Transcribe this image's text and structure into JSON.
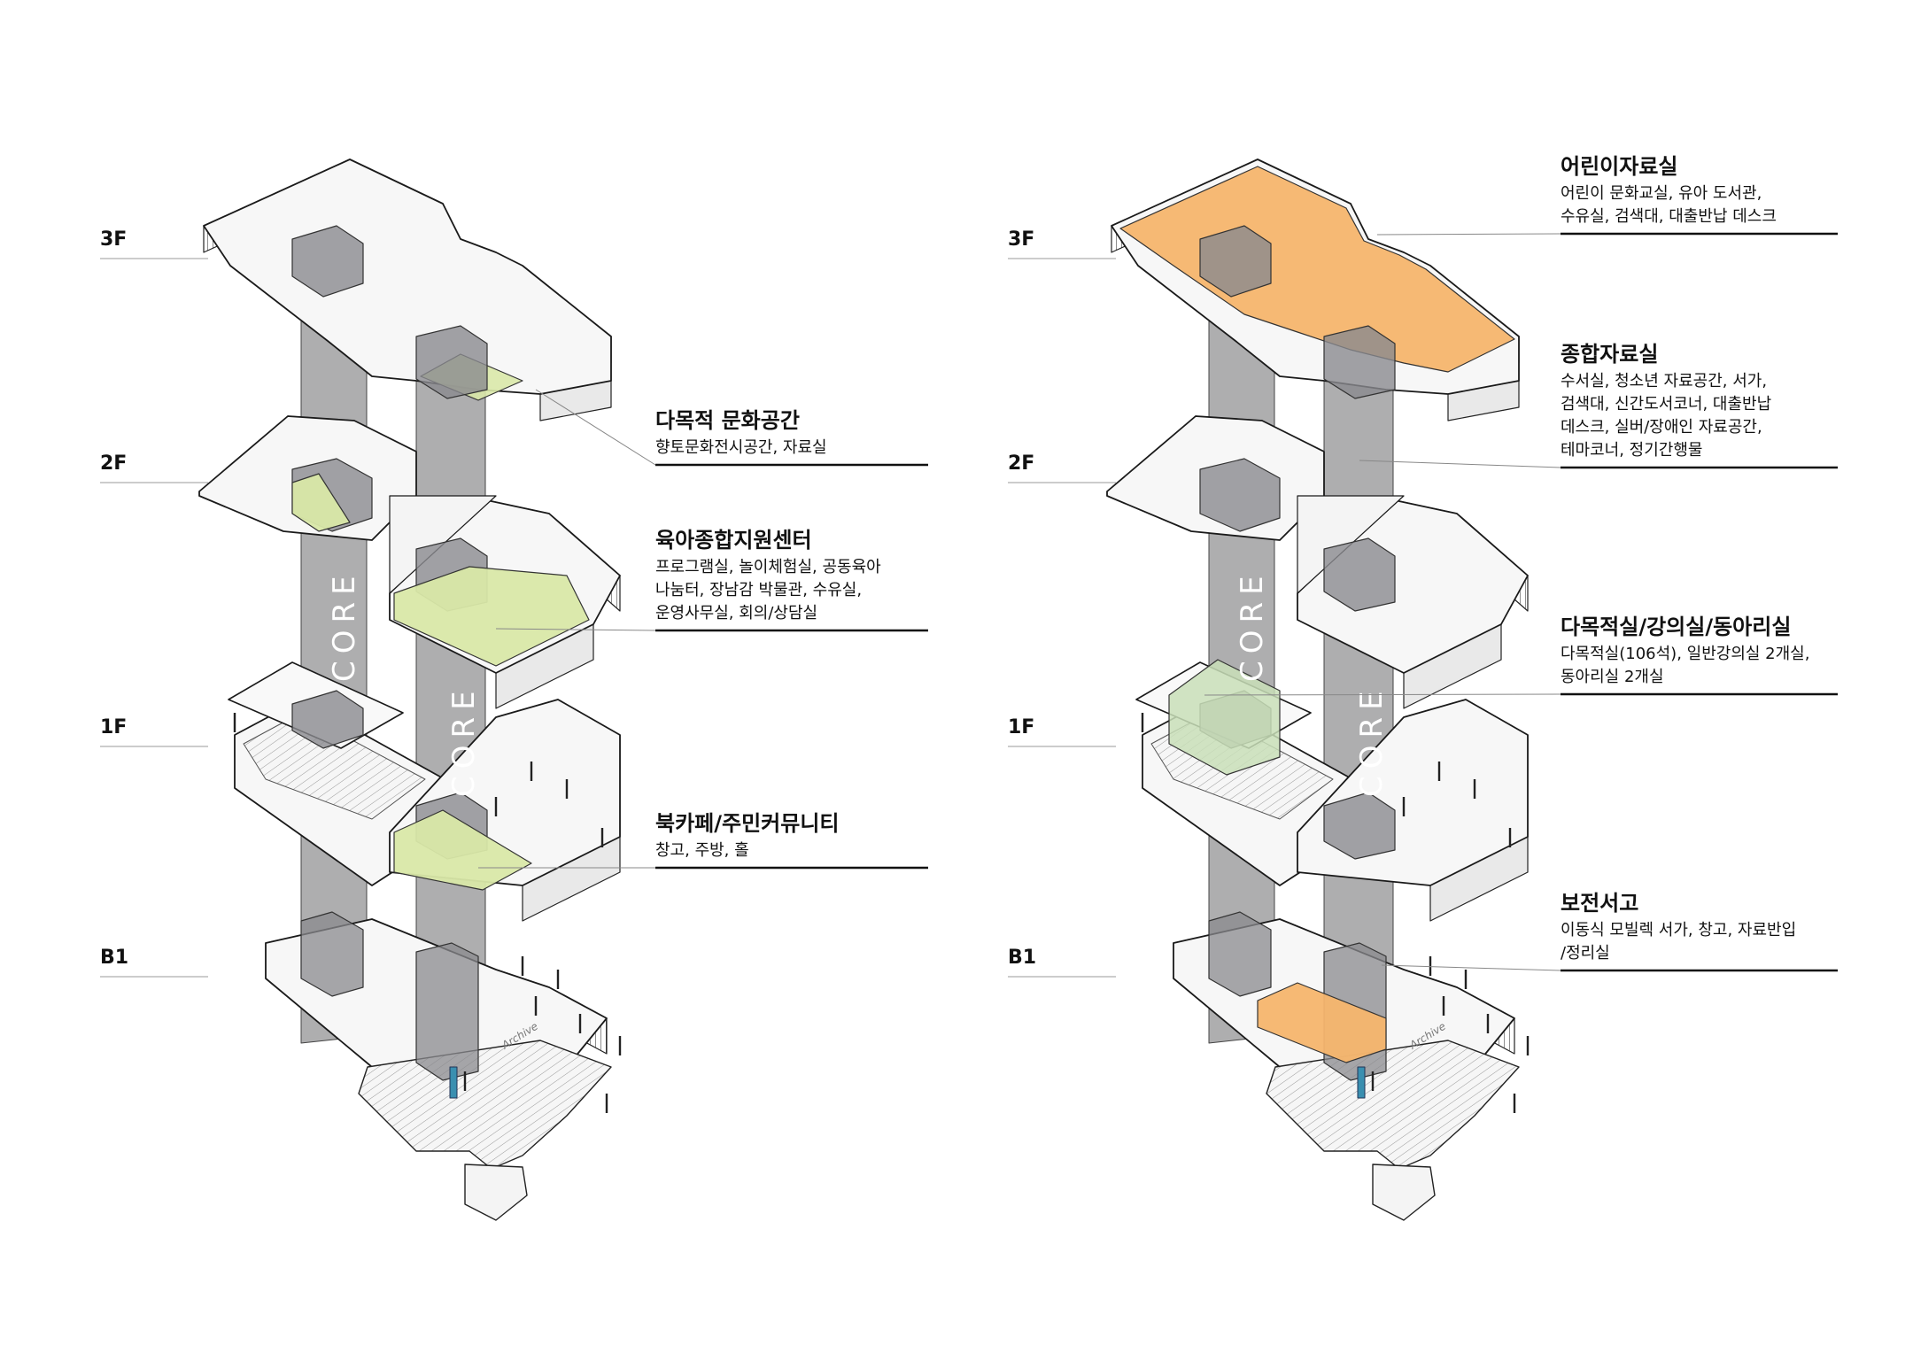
{
  "floors": [
    "3F",
    "2F",
    "1F",
    "B1"
  ],
  "core_label": "CORE",
  "archive_label": "Archive",
  "colors": {
    "green": "#d9e8a8",
    "orange": "#f5b56d",
    "core": "#6b6b6e",
    "room": "#8a8a8e",
    "line": "#1a1a1a"
  },
  "left_annotations": [
    {
      "title": "다목적 문화공간",
      "lines": [
        "향토문화전시공간, 자료실"
      ]
    },
    {
      "title": "육아종합지원센터",
      "lines": [
        "프로그램실, 놀이체험실, 공동육아",
        "나눔터, 장남감 박물관, 수유실,",
        "운영사무실, 회의/상담실"
      ]
    },
    {
      "title": "북카페/주민커뮤니티",
      "lines": [
        "창고, 주방, 홀"
      ]
    }
  ],
  "right_annotations": [
    {
      "title": "어린이자료실",
      "lines": [
        "어린이 문화교실, 유아 도서관,",
        "수유실, 검색대, 대출반납 데스크"
      ]
    },
    {
      "title": "종합자료실",
      "lines": [
        "수서실, 청소년 자료공간, 서가,",
        "검색대, 신간도서코너, 대출반납",
        "데스크, 실버/장애인 자료공간,",
        "테마코너, 정기간행물"
      ]
    },
    {
      "title": "다목적실/강의실/동아리실",
      "lines": [
        "다목적실(106석), 일반강의실 2개실,",
        "동아리실 2개실"
      ]
    },
    {
      "title": "보전서고",
      "lines": [
        "이동식 모빌렉 서가, 창고, 자료반입",
        "/정리실"
      ]
    }
  ]
}
